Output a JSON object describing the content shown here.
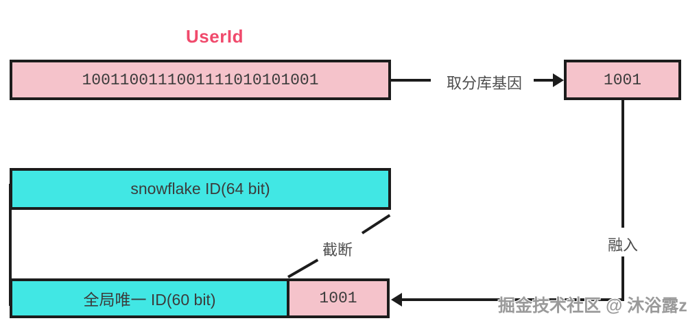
{
  "title": "UserId",
  "boxes": {
    "userid": {
      "value": "1001100111001111010101001"
    },
    "gene": {
      "value": "1001"
    },
    "snowflake": {
      "label": "snowflake ID(64 bit)"
    },
    "global_id": {
      "label": "全局唯一 ID(60 bit)"
    },
    "gene_slot": {
      "value": "1001"
    }
  },
  "labels": {
    "extract_gene": "取分库基因",
    "truncate": "截断",
    "merge": "融入"
  },
  "watermark": "掘金技术社区 @ 沐浴露z",
  "colors": {
    "pink_fill": "#f5c3cb",
    "cyan_fill": "#41e7e4",
    "border": "#1c1c1c",
    "title_accent": "#f04a6c",
    "label_text": "#4d4d4d",
    "watermark_text": "#9a9a9a"
  }
}
